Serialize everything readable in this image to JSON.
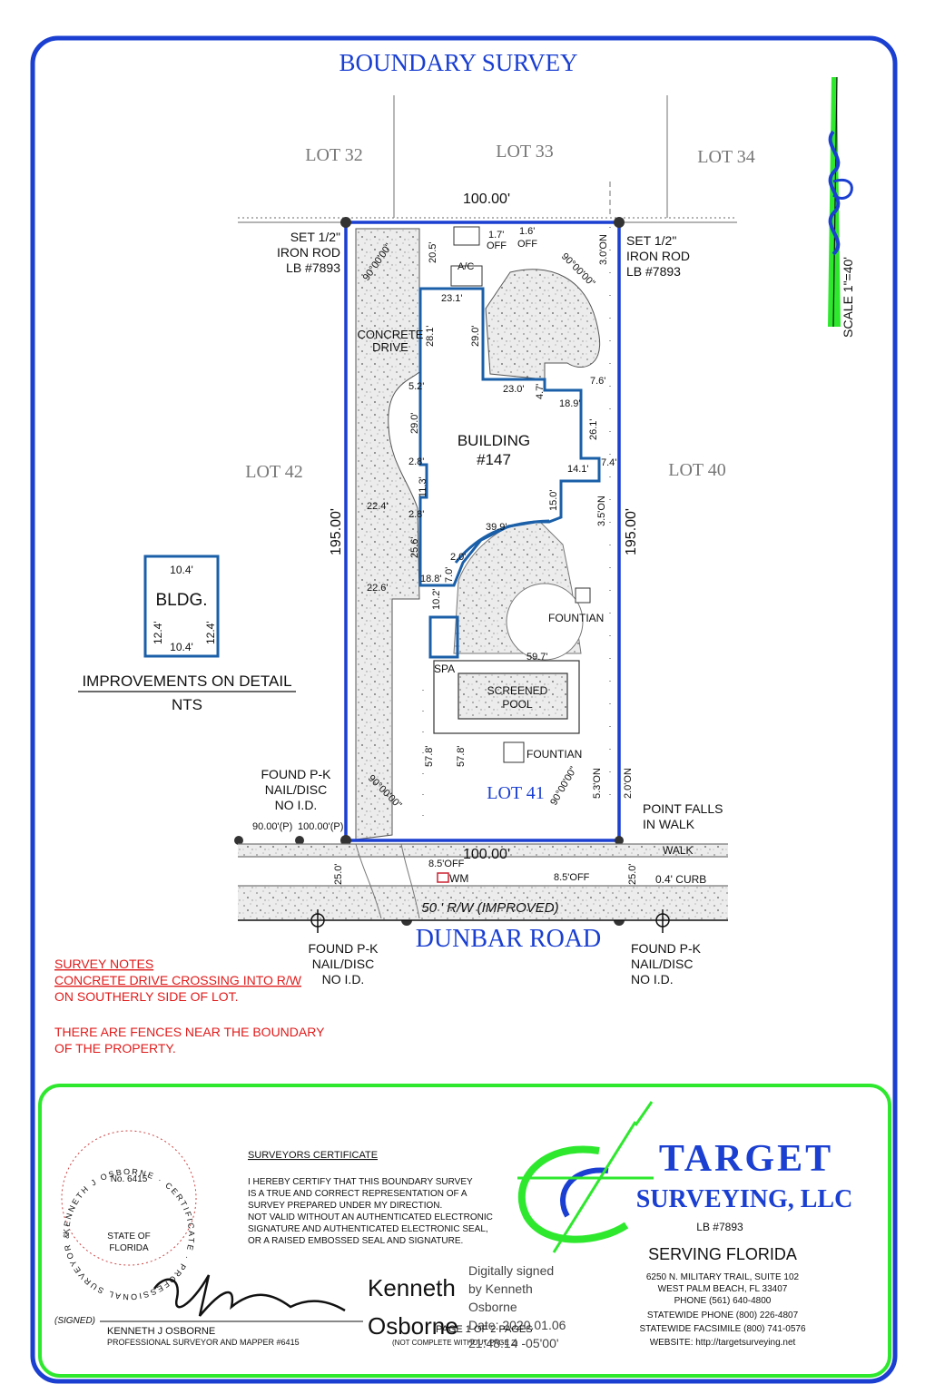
{
  "title": "BOUNDARY SURVEY",
  "scale": "SCALE 1\"=40'",
  "lots": {
    "lot32": "LOT 32",
    "lot33": "LOT 33",
    "lot34": "LOT 34",
    "lot42": "LOT 42",
    "lot40": "LOT 40",
    "lot41": "LOT 41"
  },
  "corners": {
    "nw_line1": "SET 1/2\"",
    "nw_line2": "IRON ROD",
    "nw_line3": "LB #7893",
    "ne_line1": "SET 1/2\"",
    "ne_line2": "IRON ROD",
    "ne_line3": "LB #7893",
    "sw_line1": "FOUND P-K",
    "sw_line2": "NAIL/DISC",
    "sw_line3": "NO I.D.",
    "bl_line1": "FOUND P-K",
    "bl_line2": "NAIL/DISC",
    "bl_line3": "NO I.D.",
    "br_line1": "FOUND P-K",
    "br_line2": "NAIL/DISC",
    "br_line3": "NO I.D.",
    "walk_line1": "POINT FALLS",
    "walk_line2": "IN WALK"
  },
  "dims": {
    "top": "100.00'",
    "bottom": "100.00'",
    "left": "195.00'",
    "right": "195.00'",
    "off17": "1.7'",
    "off16": "1.6'",
    "off_a": "OFF",
    "off_b": "OFF",
    "d205": "20.5'",
    "d30on": "3.0'ON",
    "ang_nw": "90°00'00\"",
    "ang_ne": "90°00'00\"",
    "ang_sw": "90°00'00\"",
    "ang_se": "90°00'00\"",
    "d231": "23.1'",
    "d281": "28.1'",
    "d290a": "29.0'",
    "d230": "23.0'",
    "d47": "4.7'",
    "d189": "18.9'",
    "d76": "7.6'",
    "d52": "5.2'",
    "d290b": "29.0'",
    "d261": "26.1'",
    "d28a": "2.8'",
    "d113": "11.3'",
    "d141": "14.1'",
    "d74": "7.4'",
    "d224": "22.4'",
    "d28b": "2.8'",
    "d150": "15.0'",
    "d35on": "3.5'ON",
    "d399": "39.9'",
    "d256": "25.6'",
    "d20": "2.0'",
    "d70": "7.0'",
    "d226": "22.6'",
    "d188": "18.8'",
    "d102": "10.2'",
    "d597": "59.7'",
    "d578a": "57.8'",
    "d578b": "57.8'",
    "d53on": "5.3'ON",
    "d20on": "2.0'ON",
    "d85a": "8.5'OFF",
    "d85b": "8.5'OFF",
    "p90": "90.00'(P)",
    "p100": "100.00'(P)",
    "d250a": "25.0'",
    "d250b": "25.0'"
  },
  "features": {
    "ac": "A/C",
    "drive1": "CONCRETE",
    "drive2": "DRIVE",
    "bldg1": "BUILDING",
    "bldg2": "#147",
    "fountain1": "FOUNTIAN",
    "fountain2": "FOUNTIAN",
    "spa": "SPA",
    "pool1": "SCREENED",
    "pool2": "POOL",
    "walk": "WALK",
    "curb": "0.4' CURB",
    "wm": "WM",
    "row": "50 ' R/W (IMPROVED)",
    "road": "DUNBAR ROAD"
  },
  "detail": {
    "top": "10.4'",
    "bottom": "10.4'",
    "left": "12.4'",
    "right": "12.4'",
    "label": "BLDG.",
    "caption1": "IMPROVEMENTS ON DETAIL",
    "caption2": "NTS"
  },
  "notes": {
    "heading": "SURVEY NOTES",
    "line1": "CONCRETE DRIVE CROSSING INTO R/W",
    "line2": "ON SOUTHERLY SIDE OF LOT.",
    "line3": "THERE ARE FENCES NEAR THE BOUNDARY",
    "line4": "OF THE PROPERTY."
  },
  "certificate": {
    "heading": "SURVEYORS CERTIFICATE",
    "l1": "I HEREBY CERTIFY THAT THIS BOUNDARY SURVEY",
    "l2": "IS A TRUE AND CORRECT REPRESENTATION OF A",
    "l3": "SURVEY PREPARED UNDER MY DIRECTION.",
    "l4": "NOT VALID WITHOUT AN AUTHENTICATED ELECTRONIC",
    "l5": "SIGNATURE AND AUTHENTICATED ELECTRONIC SEAL,",
    "l6": "OR A RAISED EMBOSSED SEAL AND SIGNATURE.",
    "signed": "(SIGNED)",
    "name": "KENNETH J OSBORNE",
    "title": "PROFESSIONAL SURVEYOR AND MAPPER #6415",
    "note": "(NOT COMPLETE WITHOUT PAGE 2)"
  },
  "seal": {
    "ring": "KENNETH J OSBORNE · CERTIFICATE · PROFESSIONAL SURVEYOR & MAPPER ·",
    "no": "No. 6415",
    "state1": "STATE OF",
    "state2": "FLORIDA"
  },
  "digital": {
    "name1": "Kenneth",
    "name2": "Osborne",
    "d1": "Digitally signed",
    "d2": "by Kenneth",
    "d3": "Osborne",
    "d4": "Date: 2020.01.06",
    "d5": "21:48:14 -05'00'",
    "page": "PAGE 1 OF 2 PAGES"
  },
  "company": {
    "name1": "TARGET",
    "name2": "SURVEYING, LLC",
    "lb": "LB #7893",
    "serving": "SERVING FLORIDA",
    "a1": "6250 N. MILITARY TRAIL, SUITE 102",
    "a2": "WEST PALM BEACH, FL 33407",
    "a3": "PHONE (561) 640-4800",
    "a4": "STATEWIDE PHONE (800) 226-4807",
    "a5": "STATEWIDE FACSIMILE (800) 741-0576",
    "a6": "WEBSITE: http://targetsurveying.net"
  },
  "colors": {
    "frame": "#1a3fd1",
    "green": "#2ee82e",
    "note": "#e01b1b"
  }
}
